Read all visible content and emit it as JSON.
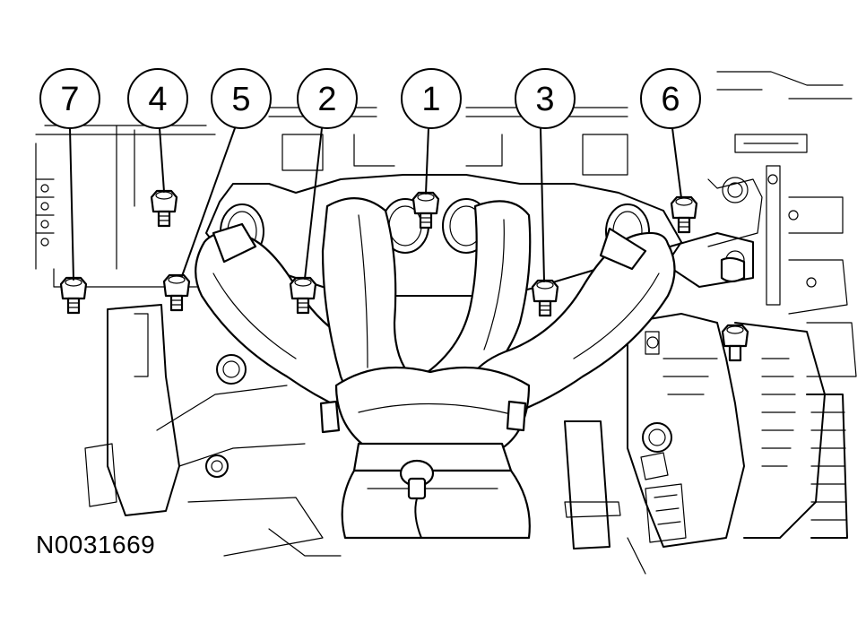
{
  "diagram": {
    "reference_code": "N0031669",
    "callouts": [
      {
        "label": "7"
      },
      {
        "label": "4"
      },
      {
        "label": "5"
      },
      {
        "label": "2"
      },
      {
        "label": "1"
      },
      {
        "label": "3"
      },
      {
        "label": "6"
      }
    ]
  }
}
